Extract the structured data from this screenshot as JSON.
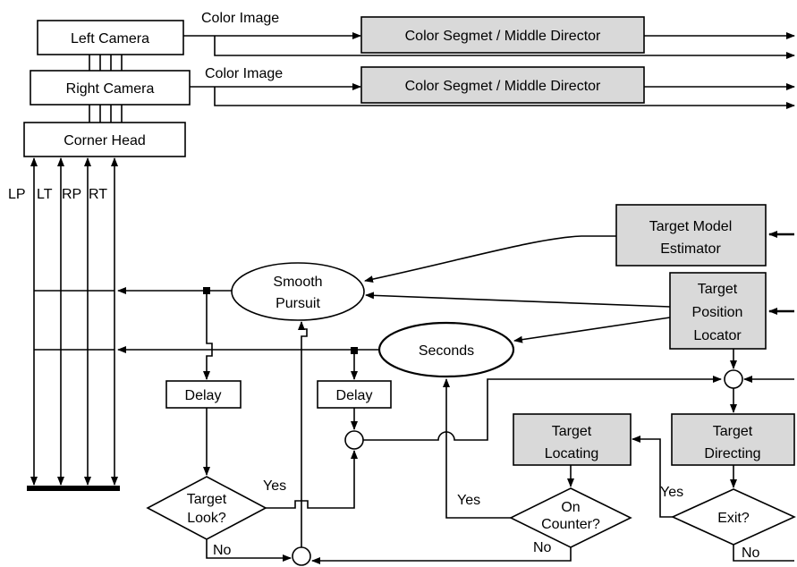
{
  "nodes": {
    "left_camera": "Left Camera",
    "right_camera": "Right Camera",
    "corner_head": "Corner Head",
    "color_segment_top": "Color Segmet / Middle Director",
    "color_segment_bottom": "Color Segmet / Middle Director",
    "target_model_estimator": [
      "Target Model",
      "Estimator"
    ],
    "target_position_locator": [
      "Target",
      "Position",
      "Locator"
    ],
    "smooth_pursuit": [
      "Smooth",
      "Pursuit"
    ],
    "seconds": "Seconds",
    "delay_left": "Delay",
    "delay_middle": "Delay",
    "target_locating": [
      "Target",
      "Locating"
    ],
    "target_directing": [
      "Target",
      "Directing"
    ],
    "target_look": [
      "Target",
      "Look?"
    ],
    "on_counter": [
      "On",
      "Counter?"
    ],
    "exit": "Exit?"
  },
  "labels": {
    "color_image_top": "Color Image",
    "color_image_bottom": "Color Image",
    "lp": "LP",
    "lt": "LT",
    "rp": "RP",
    "rt": "RT",
    "yes_look": "Yes",
    "no_look": "No",
    "yes_counter": "Yes",
    "no_counter": "No",
    "yes_exit": "Yes",
    "no_exit": "No"
  }
}
